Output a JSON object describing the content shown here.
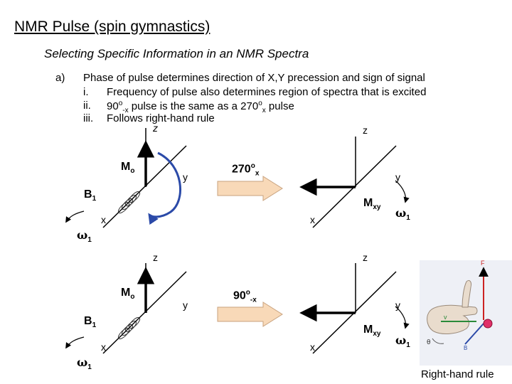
{
  "title": "NMR Pulse (spin gymnastics)",
  "subtitle": "Selecting Specific Information in an NMR Spectra",
  "outline": {
    "marker": "a)",
    "main": "Phase of pulse determines direction of X,Y precession and sign of signal",
    "items": [
      {
        "num": "i.",
        "text": "Frequency of pulse also determines region of spectra that is excited"
      },
      {
        "num": "ii.",
        "pre": "90",
        "sup1": "o",
        "sub1": "-x",
        "mid": " pulse is the same as a 270",
        "sup2": "o",
        "sub2": "x",
        "post": " pulse"
      },
      {
        "num": "iii.",
        "text": "Follows right-hand rule"
      }
    ]
  },
  "axes": {
    "z": "z",
    "y": "y",
    "x": "x"
  },
  "symbols": {
    "mo": "M",
    "mo_sub": "o",
    "mxy": "M",
    "mxy_sub": "xy",
    "b1": "B",
    "b1_sub": "1",
    "w1": "ω",
    "w1_sub": "1"
  },
  "pulses": {
    "top": {
      "num": "270",
      "sup": "o",
      "sub": "x"
    },
    "bottom": {
      "num": "90",
      "sup": "o",
      "sub": "-x"
    }
  },
  "inset": {
    "caption": "Right-hand rule",
    "labels": {
      "f": "F",
      "v": "v",
      "b": "B",
      "theta": "θ"
    }
  },
  "colors": {
    "rotation_arrow": "#2b4aa8",
    "pulse_arrow_fill": "#f8d9b8",
    "pulse_arrow_stroke": "#c8a27e",
    "inset_bg": "#eef0f6"
  }
}
